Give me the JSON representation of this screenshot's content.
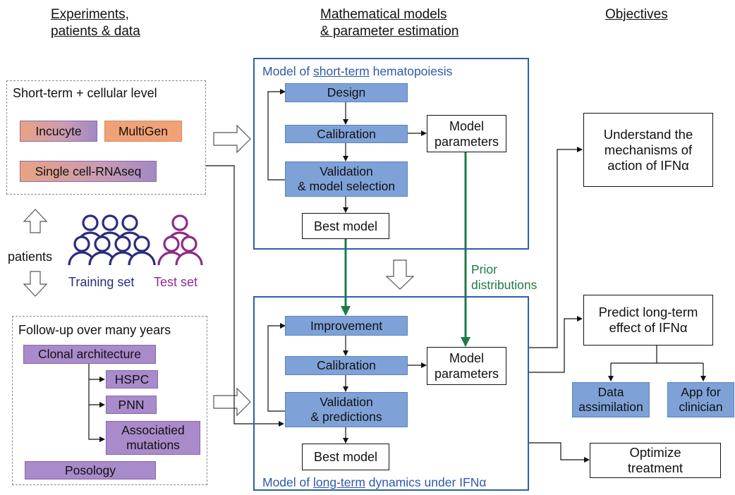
{
  "headers": {
    "col1_line1": "Experiments,",
    "col1_line2": "patients & data",
    "col2_line1": "Mathematical models",
    "col2_line2": "& parameter estimation",
    "col3": "Objectives"
  },
  "short_term_data": {
    "title": "Short-term + cellular level",
    "incucyte": "Incucyte",
    "multigen": "MultiGen",
    "scrnaseq": "Single cell-RNAseq"
  },
  "patients": {
    "label": "patients",
    "training_label": "Training set",
    "test_label": "Test set",
    "training_color": "#2b2c7e",
    "test_color": "#8b2d86"
  },
  "follow_up": {
    "title": "Follow-up over many years",
    "clonal": "Clonal architecture",
    "hspc": "HSPC",
    "pnn": "PNN",
    "assoc_line1": "Associatied",
    "assoc_line2": "mutations",
    "posology": "Posology"
  },
  "short_model": {
    "title_pre": "Model of ",
    "title_u": "short-term",
    "title_post": " hematopoiesis",
    "design": "Design",
    "calibration": "Calibration",
    "validation_line1": "Validation",
    "validation_line2": "& model selection",
    "params_line1": "Model",
    "params_line2": "parameters",
    "best": "Best model"
  },
  "prior": {
    "line1": "Prior",
    "line2": "distributions",
    "color": "#1d7a47"
  },
  "long_model": {
    "title_pre": "Model of ",
    "title_u": "long-term",
    "title_post": " dynamics under IFNα",
    "improvement": "Improvement",
    "calibration": "Calibration",
    "validation_line1": "Validation",
    "validation_line2": "& predictions",
    "params_line1": "Model",
    "params_line2": "parameters",
    "best": "Best model"
  },
  "objectives": {
    "understand_line1": "Understand the",
    "understand_line2": "mechanisms of",
    "understand_line3": "action of IFNα",
    "predict_line1": "Predict long-term",
    "predict_line2": "effect of IFNα",
    "data_line1": "Data",
    "data_line2": "assimilation",
    "app_line1": "App for",
    "app_line2": "clinician",
    "optimize_line1": "Optimize",
    "optimize_line2": "treatment"
  },
  "colors": {
    "model_border": "#2e5fa6",
    "step_fill": "#7ea2d8",
    "title_blue": "#2e5aa8"
  }
}
